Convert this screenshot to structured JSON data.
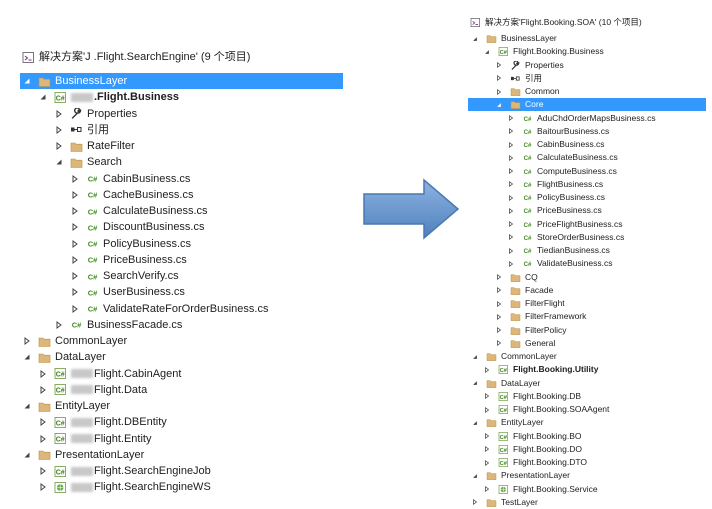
{
  "left": {
    "solution": "解决方案'J .Flight.SearchEngine' (9 个项目)",
    "items": [
      {
        "label": "BusinessLayer",
        "kind": "folder",
        "arrow": "open",
        "sel": true
      },
      {
        "label": ".Flight.Business",
        "kind": "csproj",
        "arrow": "open",
        "bold": true,
        "blur": true
      },
      {
        "label": "Properties",
        "kind": "wrench",
        "arrow": "closed"
      },
      {
        "label": "引用",
        "kind": "ref",
        "arrow": "closed"
      },
      {
        "label": "RateFilter",
        "kind": "folder",
        "arrow": "closed"
      },
      {
        "label": "Search",
        "kind": "folder",
        "arrow": "open"
      },
      {
        "label": "CabinBusiness.cs",
        "kind": "cs",
        "arrow": "closed"
      },
      {
        "label": "CacheBusiness.cs",
        "kind": "cs",
        "arrow": "closed"
      },
      {
        "label": "CalculateBusiness.cs",
        "kind": "cs",
        "arrow": "closed"
      },
      {
        "label": "DiscountBusiness.cs",
        "kind": "cs",
        "arrow": "closed"
      },
      {
        "label": "PolicyBusiness.cs",
        "kind": "cs",
        "arrow": "closed"
      },
      {
        "label": "PriceBusiness.cs",
        "kind": "cs",
        "arrow": "closed"
      },
      {
        "label": "SearchVerify.cs",
        "kind": "cs",
        "arrow": "closed"
      },
      {
        "label": "UserBusiness.cs",
        "kind": "cs",
        "arrow": "closed"
      },
      {
        "label": "ValidateRateForOrderBusiness.cs",
        "kind": "cs",
        "arrow": "closed"
      },
      {
        "label": "BusinessFacade.cs",
        "kind": "cs",
        "arrow": "closed"
      },
      {
        "label": "CommonLayer",
        "kind": "folder",
        "arrow": "closed"
      },
      {
        "label": "DataLayer",
        "kind": "folder",
        "arrow": "open"
      },
      {
        "label": "Flight.CabinAgent",
        "kind": "csproj",
        "arrow": "closed",
        "blur": true
      },
      {
        "label": "Flight.Data",
        "kind": "csproj",
        "arrow": "closed",
        "blur": true
      },
      {
        "label": "EntityLayer",
        "kind": "folder",
        "arrow": "open"
      },
      {
        "label": "Flight.DBEntity",
        "kind": "csproj",
        "arrow": "closed",
        "blur": true
      },
      {
        "label": "Flight.Entity",
        "kind": "csproj",
        "arrow": "closed",
        "blur": true
      },
      {
        "label": "PresentationLayer",
        "kind": "folder",
        "arrow": "open"
      },
      {
        "label": "Flight.SearchEngineJob",
        "kind": "csproj",
        "arrow": "closed",
        "blur": true
      },
      {
        "label": "Flight.SearchEngineWS",
        "kind": "web",
        "arrow": "closed",
        "blur": true
      }
    ]
  },
  "right": {
    "solution": "解决方案'Flight.Booking.SOA' (10 个项目)",
    "items": [
      {
        "label": "BusinessLayer",
        "kind": "folder",
        "arrow": "open"
      },
      {
        "label": "Flight.Booking.Business",
        "kind": "csproj",
        "arrow": "open"
      },
      {
        "label": "Properties",
        "kind": "wrench",
        "arrow": "closed"
      },
      {
        "label": "引用",
        "kind": "ref",
        "arrow": "closed"
      },
      {
        "label": "Common",
        "kind": "folder",
        "arrow": "closed"
      },
      {
        "label": "Core",
        "kind": "folder",
        "arrow": "open",
        "sel": true
      },
      {
        "label": "AduChdOrderMapsBusiness.cs",
        "kind": "cs",
        "arrow": "closed"
      },
      {
        "label": "BaitourBusiness.cs",
        "kind": "cs",
        "arrow": "closed"
      },
      {
        "label": "CabinBusiness.cs",
        "kind": "cs",
        "arrow": "closed"
      },
      {
        "label": "CalculateBusiness.cs",
        "kind": "cs",
        "arrow": "closed"
      },
      {
        "label": "ComputeBusiness.cs",
        "kind": "cs",
        "arrow": "closed"
      },
      {
        "label": "FlightBusiness.cs",
        "kind": "cs",
        "arrow": "closed"
      },
      {
        "label": "PolicyBusiness.cs",
        "kind": "cs",
        "arrow": "closed"
      },
      {
        "label": "PriceBusiness.cs",
        "kind": "cs",
        "arrow": "closed"
      },
      {
        "label": "PriceFlightBusiness.cs",
        "kind": "cs",
        "arrow": "closed"
      },
      {
        "label": "StoreOrderBusiness.cs",
        "kind": "cs",
        "arrow": "closed"
      },
      {
        "label": "TiedianBusiness.cs",
        "kind": "cs",
        "arrow": "closed"
      },
      {
        "label": "ValidateBusiness.cs",
        "kind": "cs",
        "arrow": "closed"
      },
      {
        "label": "CQ",
        "kind": "folder",
        "arrow": "closed"
      },
      {
        "label": "Facade",
        "kind": "folder",
        "arrow": "closed"
      },
      {
        "label": "FilterFlight",
        "kind": "folder",
        "arrow": "closed"
      },
      {
        "label": "FilterFramework",
        "kind": "folder",
        "arrow": "closed"
      },
      {
        "label": "FilterPolicy",
        "kind": "folder",
        "arrow": "closed"
      },
      {
        "label": "General",
        "kind": "folder",
        "arrow": "closed"
      },
      {
        "label": "CommonLayer",
        "kind": "folder",
        "arrow": "open"
      },
      {
        "label": "Flight.Booking.Utility",
        "kind": "csproj",
        "arrow": "closed",
        "bold": true
      },
      {
        "label": "DataLayer",
        "kind": "folder",
        "arrow": "open"
      },
      {
        "label": "Flight.Booking.DB",
        "kind": "csproj",
        "arrow": "closed"
      },
      {
        "label": "Flight.Booking.SOAAgent",
        "kind": "csproj",
        "arrow": "closed"
      },
      {
        "label": "EntityLayer",
        "kind": "folder",
        "arrow": "open"
      },
      {
        "label": "Flight.Booking.BO",
        "kind": "csproj",
        "arrow": "closed"
      },
      {
        "label": "Flight.Booking.DO",
        "kind": "csproj",
        "arrow": "closed"
      },
      {
        "label": "Flight.Booking.DTO",
        "kind": "csproj",
        "arrow": "closed"
      },
      {
        "label": "PresentationLayer",
        "kind": "folder",
        "arrow": "open"
      },
      {
        "label": "Flight.Booking.Service",
        "kind": "web",
        "arrow": "closed"
      },
      {
        "label": "TestLayer",
        "kind": "folder",
        "arrow": "closed"
      }
    ]
  },
  "colors": {
    "selection": "#3399ff",
    "folder": "#dcb67a",
    "arrow_shape": "#5b9bd5"
  }
}
